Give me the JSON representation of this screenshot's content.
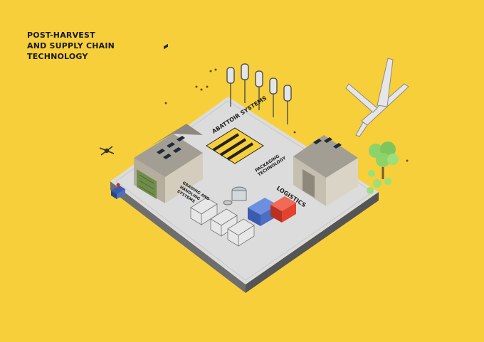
{
  "title": {
    "line1": "POST-HARVEST",
    "line2": "AND SUPPLY CHAIN",
    "line3": "TECHNOLOGY"
  },
  "zones": {
    "abattoir": "ABATTOIR SYSTEMS",
    "packaging_line1": "PACKAGING",
    "packaging_line2": "TECHNOLOGY",
    "grading_line1": "GRADING AND",
    "grading_line2": "HANDLING",
    "grading_line3": "SYSTEMS",
    "logistics": "LOGISTICS"
  },
  "colors": {
    "background": "#f6cf3a",
    "platform_top": "#dcdcdc",
    "platform_side": "#6e6e6e",
    "building_wall": "#cfc8b8",
    "building_roof": "#9a978f",
    "green_wall": "#6f8c4a",
    "tree": "#8dd36a",
    "stripe": "#f6cf3a",
    "truck_red": "#e2432f",
    "truck_blue": "#4a6fc4"
  },
  "icons": {
    "plane": "airplane-icon",
    "drone": "drone-icon",
    "tree": "tree-icon",
    "turbine": "wind-turbine-icon"
  }
}
